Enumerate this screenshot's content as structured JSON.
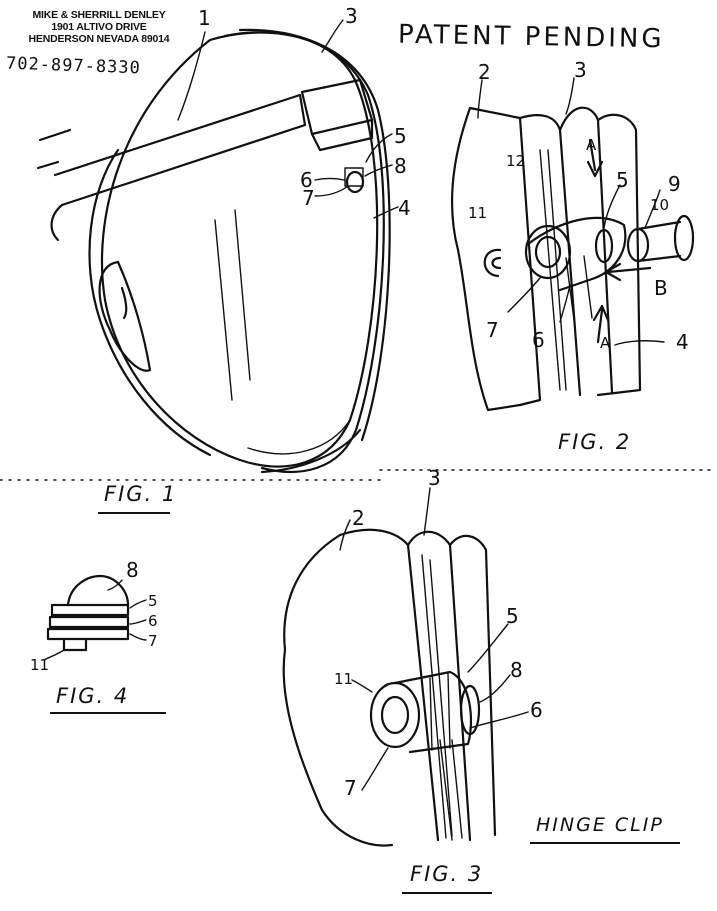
{
  "header": {
    "names": "MIKE & SHERRILL DENLEY",
    "street": "1901 ALTIVO DRIVE",
    "city": "HENDERSON NEVADA 89014",
    "phone": "702-897-8330"
  },
  "title": "PATENT PENDING",
  "caption": "HINGE CLIP",
  "figures": {
    "fig1": {
      "label": "FIG. 1",
      "refs": [
        "1",
        "3",
        "5",
        "6",
        "7",
        "8",
        "4"
      ]
    },
    "fig2": {
      "label": "FIG. 2",
      "refs": [
        "2",
        "3",
        "A",
        "12",
        "5",
        "9",
        "10",
        "11",
        "B",
        "7",
        "6",
        "A",
        "4"
      ]
    },
    "fig3": {
      "label": "FIG. 3",
      "refs": [
        "2",
        "3",
        "5",
        "8",
        "11",
        "6",
        "7"
      ]
    },
    "fig4": {
      "label": "FIG. 4",
      "refs": [
        "8",
        "5",
        "6",
        "7",
        "11"
      ]
    }
  },
  "colors": {
    "ink": "#111111",
    "paper": "#ffffff"
  }
}
